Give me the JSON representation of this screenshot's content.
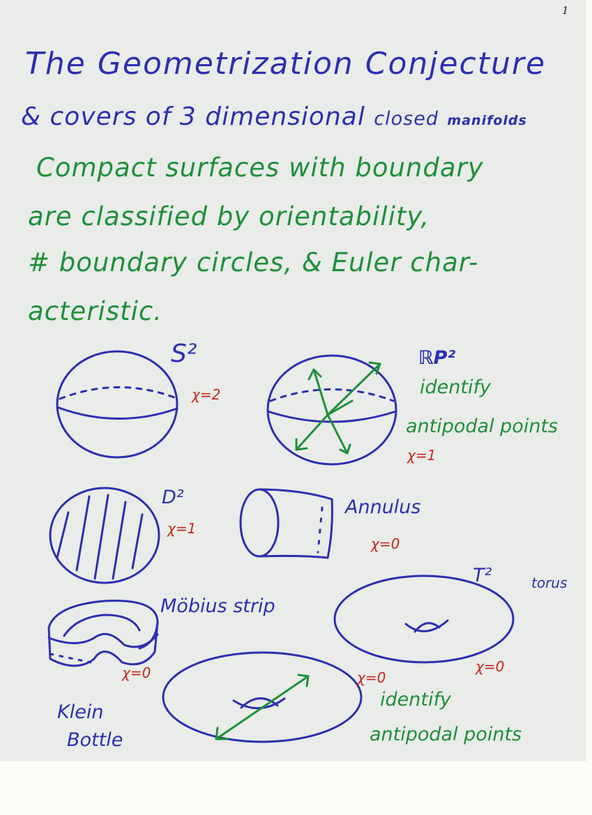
{
  "page_number": "1",
  "title": {
    "line1": "The Geometrization Conjecture",
    "line2_prefix": "& covers of 3 dimensional",
    "line2_closed": "closed",
    "line2_manifolds": "manifolds"
  },
  "intro": [
    "Compact surfaces with boundary",
    "are classified by orientability,",
    "# boundary circles, & Euler char-",
    "acteristic."
  ],
  "surfaces": {
    "sphere": {
      "name": "S²",
      "euler": "χ=2"
    },
    "projective_plane": {
      "name": "ℝP²",
      "note_line1": "identify",
      "note_line2": "antipodal points",
      "euler": "χ=1"
    },
    "disk": {
      "name": "D²",
      "euler": "χ=1"
    },
    "annulus": {
      "name": "Annulus",
      "euler": "χ=0"
    },
    "torus": {
      "name": "T²",
      "label": "torus",
      "euler": "χ=0"
    },
    "mobius": {
      "name": "Möbius strip",
      "euler": "χ=0"
    },
    "klein": {
      "name_line1": "Klein",
      "name_line2": "Bottle",
      "note_line1": "identify",
      "note_line2": "antipodal points",
      "euler": "χ=0"
    }
  },
  "colors": {
    "ink_blue": "#2d2fb0",
    "ink_green": "#1f8f3c",
    "ink_red": "#c8261e",
    "paper": "#e9ece8"
  }
}
